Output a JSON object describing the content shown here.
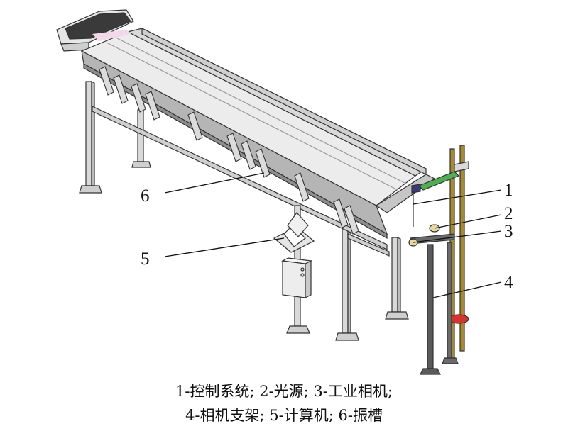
{
  "figure": {
    "callouts": [
      {
        "id": "1",
        "label": "1"
      },
      {
        "id": "2",
        "label": "2"
      },
      {
        "id": "3",
        "label": "3"
      },
      {
        "id": "4",
        "label": "4"
      },
      {
        "id": "5",
        "label": "5"
      },
      {
        "id": "6",
        "label": "6"
      }
    ],
    "caption": {
      "line1": "1-控制系统; 2-光源; 3-工业相机;",
      "line2": "4-相机支架; 5-计算机; 6-振槽"
    },
    "colors": {
      "frame": "#d8d8d8",
      "outline": "#333333",
      "pole": "#a88a2c",
      "green_bracket": "#4caf50",
      "red_base": "#d9342b",
      "panel_pink": "#f2d8ea"
    }
  }
}
